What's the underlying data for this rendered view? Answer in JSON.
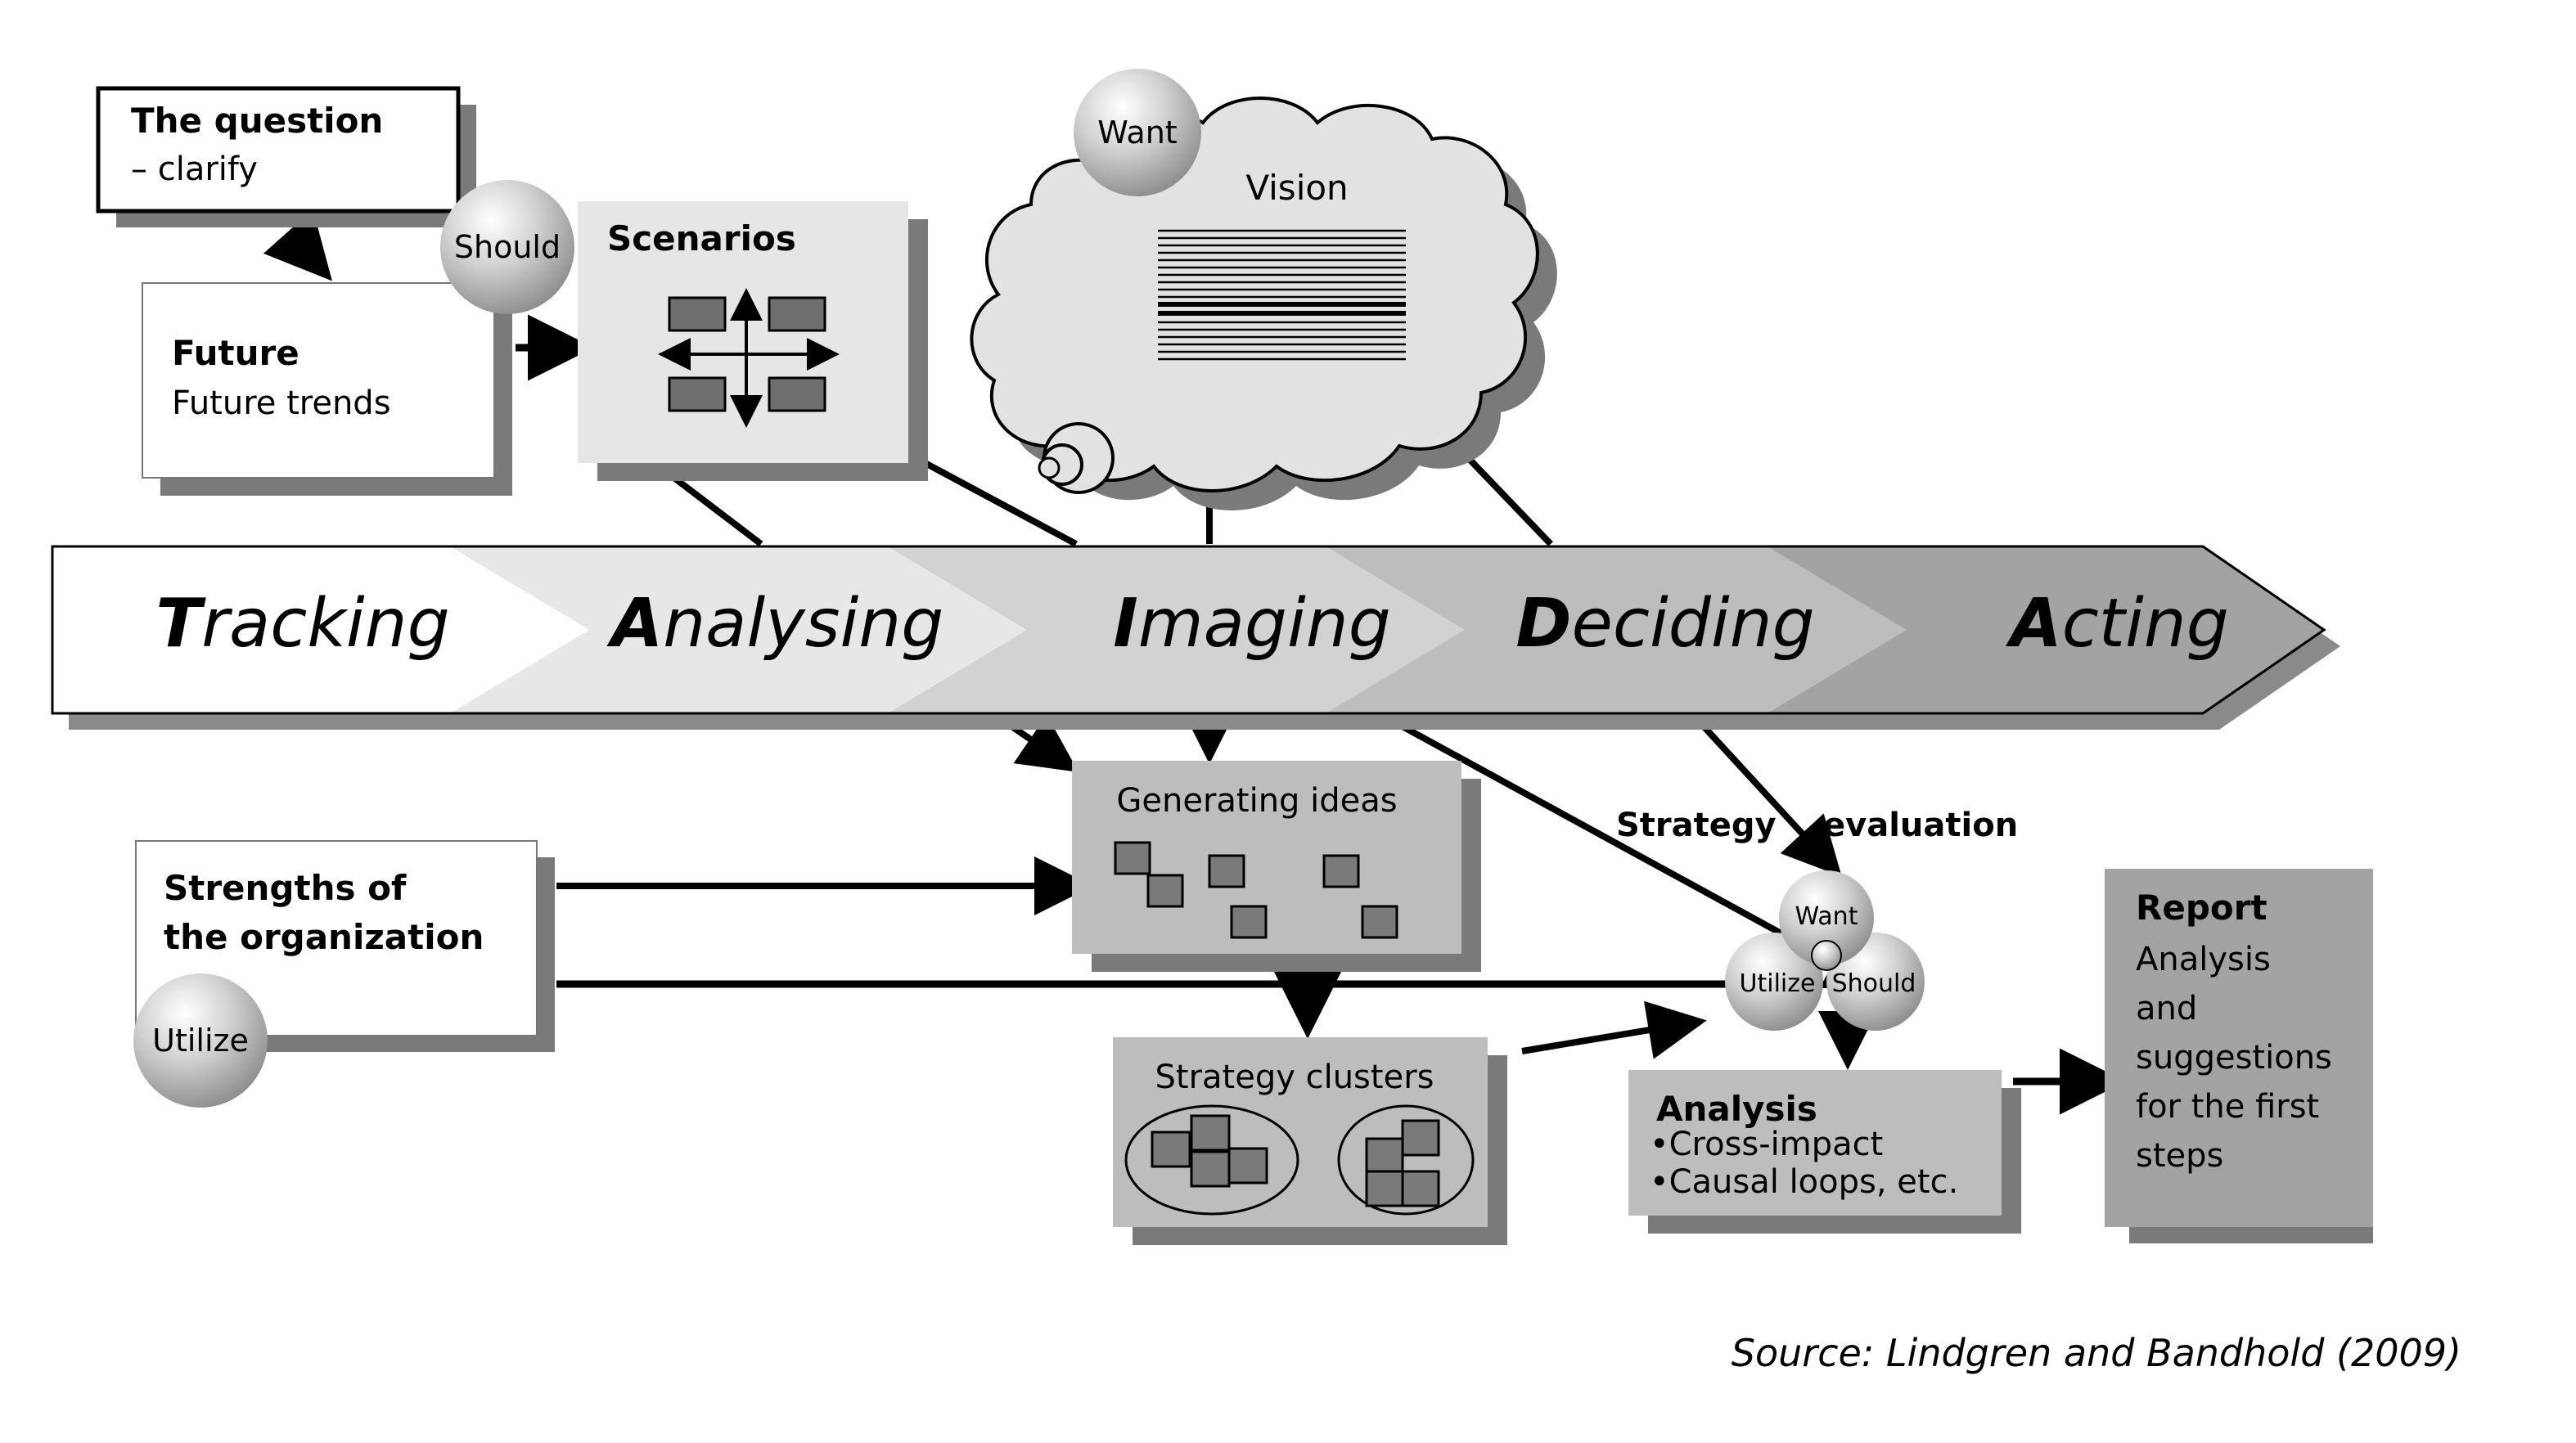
{
  "question": {
    "title": "The question",
    "sub": "– clarify"
  },
  "future": {
    "title": "Future",
    "sub": "Future trends"
  },
  "scenarios": {
    "title": "Scenarios"
  },
  "should_bubble": "Should",
  "want_bubble": "Want",
  "vision": {
    "title": "Vision"
  },
  "arrow": {
    "stages": [
      {
        "initial": "T",
        "rest": "racking"
      },
      {
        "initial": "A",
        "rest": "nalysing"
      },
      {
        "initial": "I",
        "rest": "maging"
      },
      {
        "initial": "D",
        "rest": "eciding"
      },
      {
        "initial": "A",
        "rest": "cting"
      }
    ]
  },
  "generating": {
    "title": "Generating ideas"
  },
  "strengths": {
    "line1": "Strengths of",
    "line2": "the organization"
  },
  "utilize_bubble": "Utilize",
  "strategy_clusters": {
    "title": "Strategy clusters"
  },
  "strategy_eval": {
    "word1": "Strategy",
    "word2": "evaluation"
  },
  "eval_bubbles": {
    "want": "Want",
    "utilize": "Utilize",
    "should": "Should"
  },
  "analysis": {
    "title": "Analysis",
    "item1": "•Cross-impact",
    "item2": "•Causal loops, etc."
  },
  "report": {
    "title": "Report",
    "lines": [
      "Analysis",
      "and",
      "suggestions",
      "for the first",
      "steps"
    ]
  },
  "source": "Source: Lindgren and Bandhold (2009)"
}
